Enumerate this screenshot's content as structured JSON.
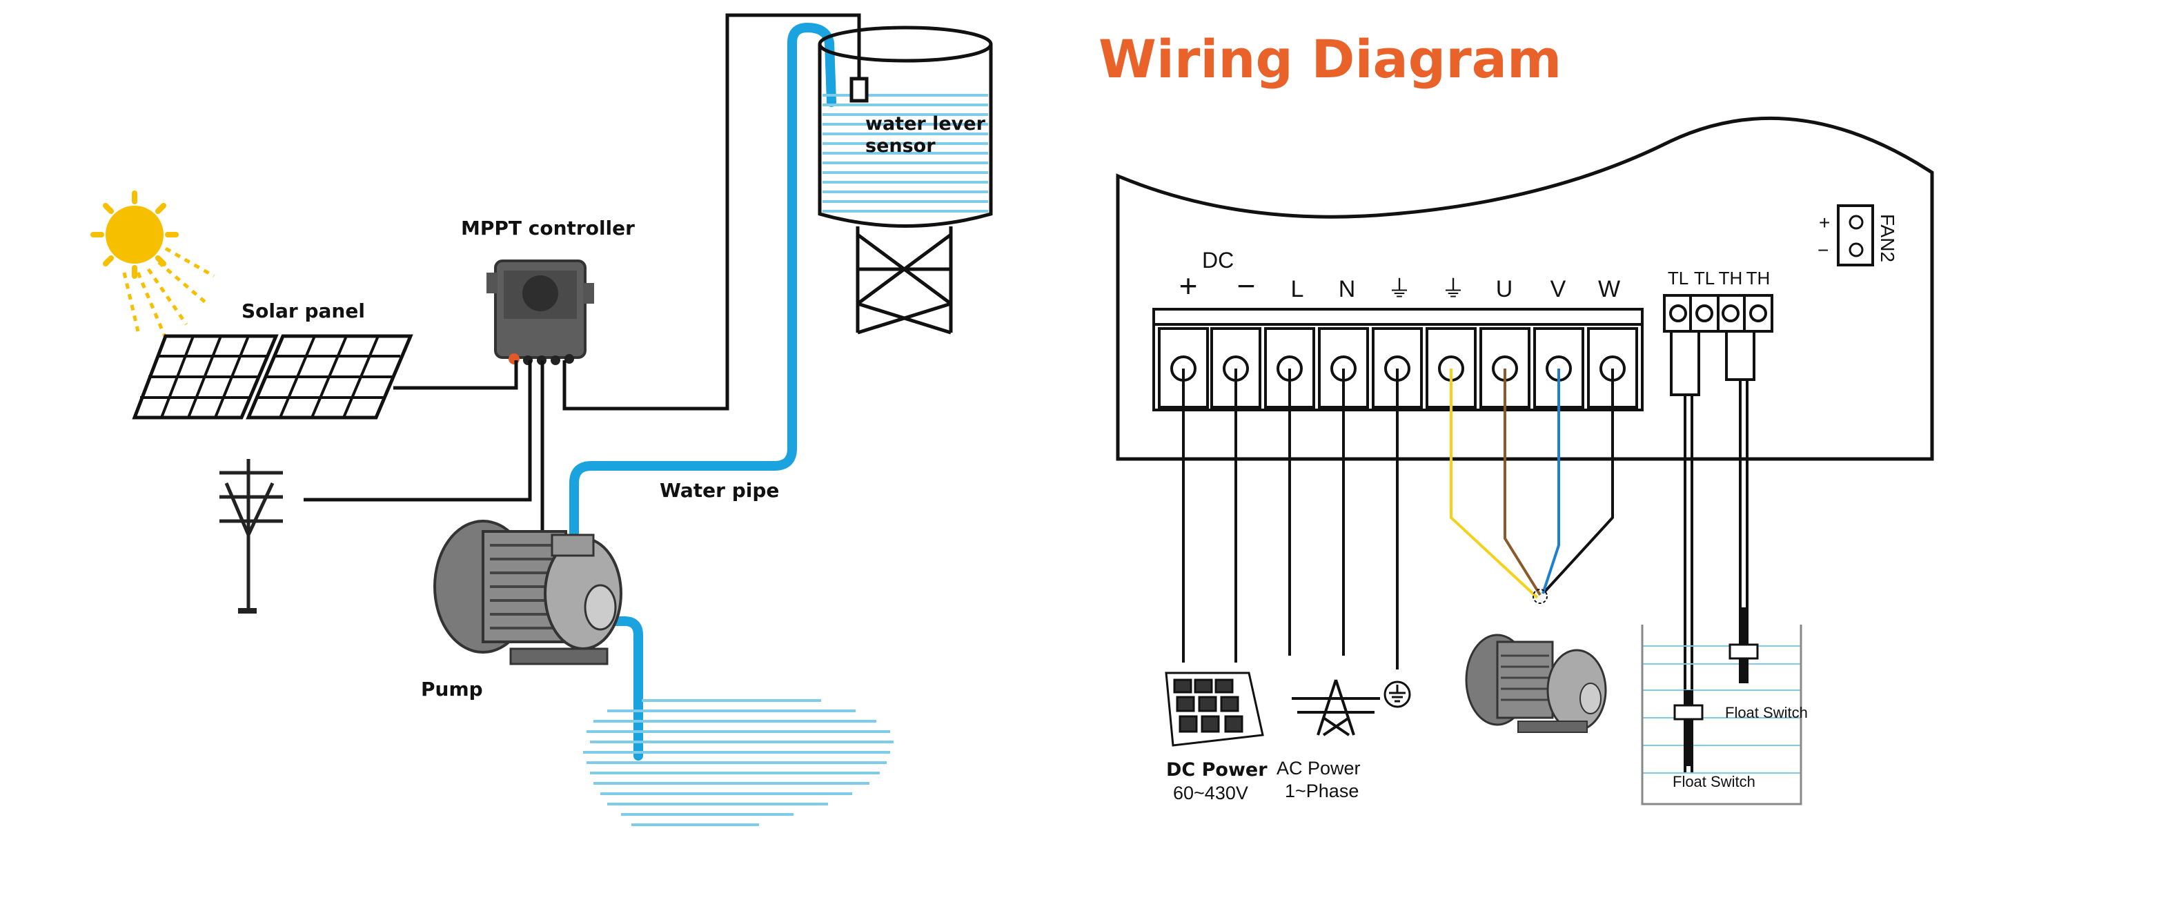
{
  "title": "Wiring Diagram",
  "left_system": {
    "solar_panel_label": "Solar panel",
    "controller_label": "MPPT controller",
    "pump_label": "Pump",
    "pipe_label": "Water pipe",
    "sensor_label_line1": "water lever",
    "sensor_label_line2": "sensor",
    "icons": [
      "sun-icon",
      "solar-panel-icon",
      "controller-icon",
      "power-pole-icon",
      "pump-icon",
      "water-tower-icon",
      "water-pool-icon"
    ]
  },
  "terminal_block": {
    "dc_label": "DC",
    "terminals": [
      "+",
      "−",
      "L",
      "N",
      "⏚",
      "⏚",
      "U",
      "V",
      "W"
    ],
    "sensor_terminals": [
      "TL",
      "TL",
      "TH",
      "TH"
    ],
    "fan_label": "FAN2",
    "fan_plus": "+",
    "fan_minus": "−"
  },
  "sources": {
    "dc_power_label": "DC Power",
    "dc_power_range": "60~430V",
    "ac_power_label": "AC Power",
    "ac_power_phase": "1~Phase"
  },
  "float_switches": {
    "upper_label": "Float Switch",
    "lower_label": "Float Switch"
  },
  "colors": {
    "title": "#e8622a",
    "pipe": "#1aa3de",
    "water": "#7fcbea",
    "wire_yellow": "#f2d21b",
    "wire_brown": "#8a5a2b",
    "wire_blue": "#1f7fd1",
    "sun": "#f6c000"
  }
}
